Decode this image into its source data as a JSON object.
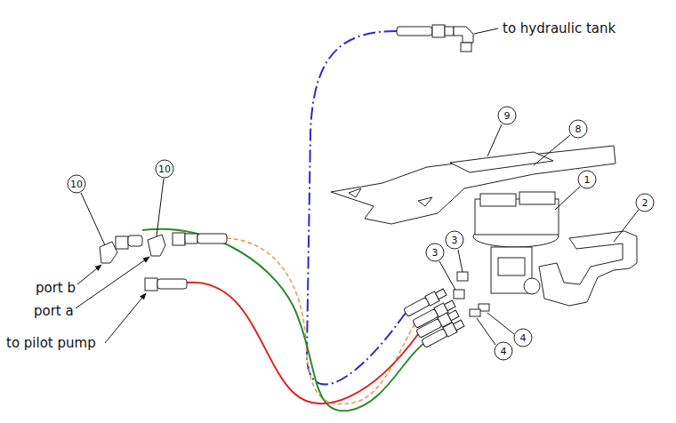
{
  "diagram": {
    "labels": [
      "to hydraulic tank",
      "9",
      "8",
      "10",
      "1",
      "10",
      "2",
      "3",
      "3",
      "port b",
      "port a",
      "4",
      "to pilot pump",
      "4"
    ]
  }
}
